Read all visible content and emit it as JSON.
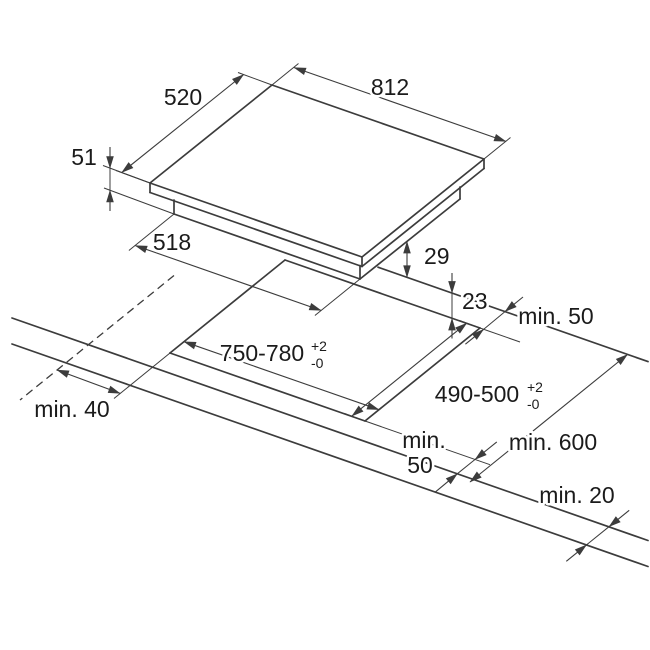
{
  "diagram": {
    "description": "hob installation dimension drawing",
    "line_color": "#3c3c3c",
    "text_color": "#1b1b1b"
  },
  "labels": {
    "hob_width": "812",
    "hob_depth": "520",
    "hob_height": "51",
    "hob_base_depth": "518",
    "edge_overhang": "29",
    "below_worktop": "23",
    "rear_clearance": "min. 50",
    "cutout_width": "750-780",
    "cutout_width_tol_upper": "+2",
    "cutout_width_tol_lower": "-0",
    "cutout_depth": "490-500",
    "cutout_depth_tol_upper": "+2",
    "cutout_depth_tol_lower": "-0",
    "side_clearance": "min. 40",
    "front_clearance_top": "min.",
    "front_clearance_bottom": "50",
    "worktop_depth": "min. 600",
    "front_gap": "min. 20"
  }
}
